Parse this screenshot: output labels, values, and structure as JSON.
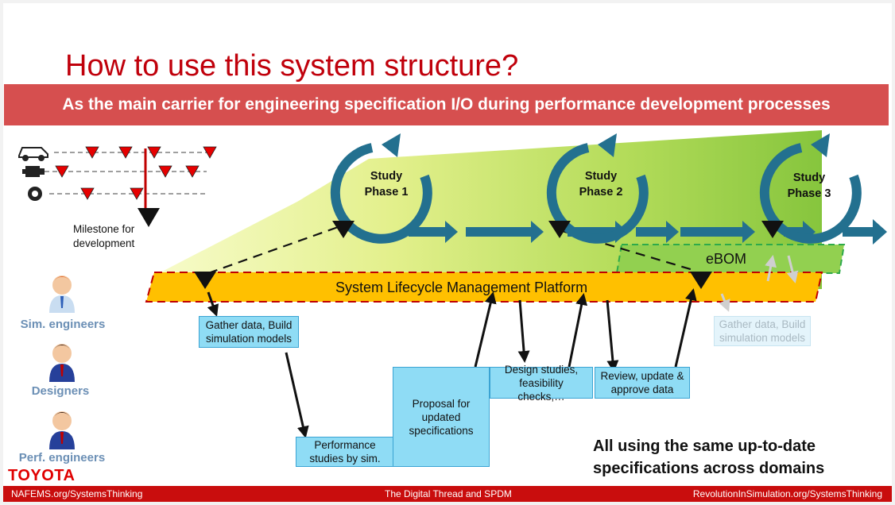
{
  "slide": {
    "title": "How to use this system structure?",
    "banner": "As the main carrier for engineering specification I/O during performance development processes"
  },
  "legend": {
    "rows": [
      {
        "icon": "car-icon"
      },
      {
        "icon": "engine-icon"
      },
      {
        "icon": "wheel-icon"
      }
    ],
    "milestone_label": "Milestone for development"
  },
  "phases": [
    {
      "line1": "Study",
      "line2": "Phase 1"
    },
    {
      "line1": "Study",
      "line2": "Phase 2"
    },
    {
      "line1": "Study",
      "line2": "Phase 3"
    }
  ],
  "platform": "System Lifecycle Management Platform",
  "ebom": "eBOM",
  "roles": [
    "Sim. engineers",
    "Designers",
    "Perf. engineers"
  ],
  "steps": {
    "gather": "Gather data, Build simulation models",
    "gather_faded": "Gather data, Build simulation models",
    "performance": "Performance studies by sim.",
    "proposal": "Proposal for updated specifications",
    "design": "Design studies, feasibility checks,…",
    "review": "Review, update & approve data"
  },
  "note": {
    "line1": "All using the same up-to-date",
    "line2": "specifications across domains"
  },
  "brand": "TOYOTA",
  "footer": {
    "left": "NAFEMS.org/SystemsThinking",
    "center": "The Digital Thread and SPDM",
    "right": "RevolutionInSimulation.org/SystemsThinking"
  },
  "colors": {
    "title": "#c0000b",
    "banner": "#d64f4f",
    "platform": "#ffc000",
    "cycle": "#23708f",
    "box": "#8fdcf5",
    "ebom": "#92d050"
  }
}
